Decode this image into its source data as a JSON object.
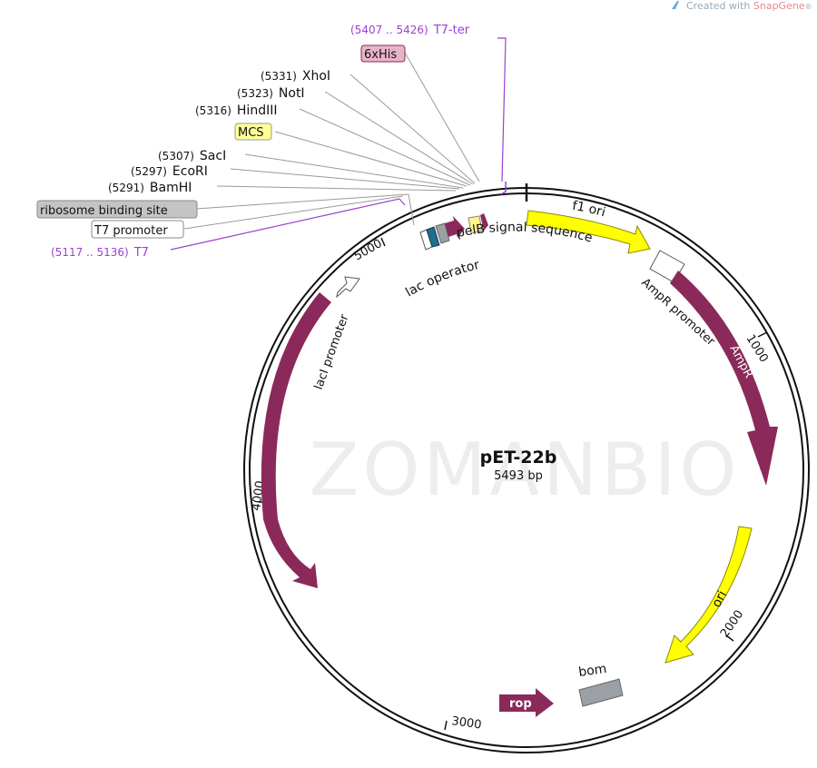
{
  "credit": {
    "prefix": "Created with ",
    "brand": "SnapGene",
    "suffix": "®"
  },
  "plasmid": {
    "name": "pET-22b",
    "size": "5493 bp"
  },
  "watermark": "ZOMANBIO",
  "colors": {
    "maroon": "#8b2a5a",
    "yellow": "#ffff00",
    "purple": "#9b3fd4",
    "gray_feature": "#9aa0a6",
    "backbone": "#111111"
  },
  "ticks": [
    {
      "label": "1000"
    },
    {
      "label": "2000"
    },
    {
      "label": "3000"
    },
    {
      "label": "4000"
    },
    {
      "label": "5000"
    }
  ],
  "features": {
    "f1ori": "f1 ori",
    "ampr": "AmpR",
    "ampr_promoter": "AmpR promoter",
    "ori": "ori",
    "bom": "bom",
    "rop": "rop",
    "laci": "lacI",
    "laci_promoter": "lacI promoter",
    "lac_operator": "lac operator",
    "pelb": "pelB signal sequence"
  },
  "annotations": {
    "t7ter": {
      "pos": "(5407 .. 5426)",
      "name": "T7-ter"
    },
    "his": {
      "name": "6xHis"
    },
    "xhoi": {
      "pos": "(5331)",
      "name": "XhoI"
    },
    "noti": {
      "pos": "(5323)",
      "name": "NotI"
    },
    "hindiii": {
      "pos": "(5316)",
      "name": "HindIII"
    },
    "mcs": {
      "name": "MCS"
    },
    "saci": {
      "pos": "(5307)",
      "name": "SacI"
    },
    "ecori": {
      "pos": "(5297)",
      "name": "EcoRI"
    },
    "bamhi": {
      "pos": "(5291)",
      "name": "BamHI"
    },
    "rbs": {
      "name": "ribosome binding site"
    },
    "t7promoter": {
      "name": "T7 promoter"
    },
    "t7": {
      "pos": "(5117 .. 5136)",
      "name": "T7"
    }
  }
}
